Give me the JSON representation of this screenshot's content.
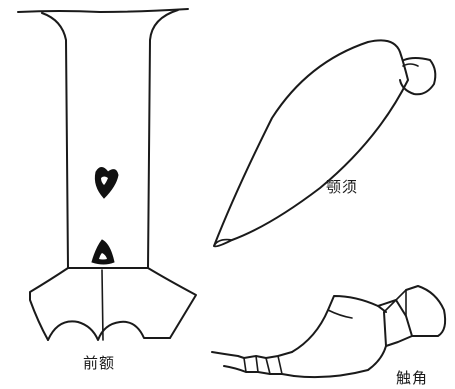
{
  "labels": {
    "frons": "前额",
    "mandible": "颚须",
    "antenna": "触角"
  }
}
